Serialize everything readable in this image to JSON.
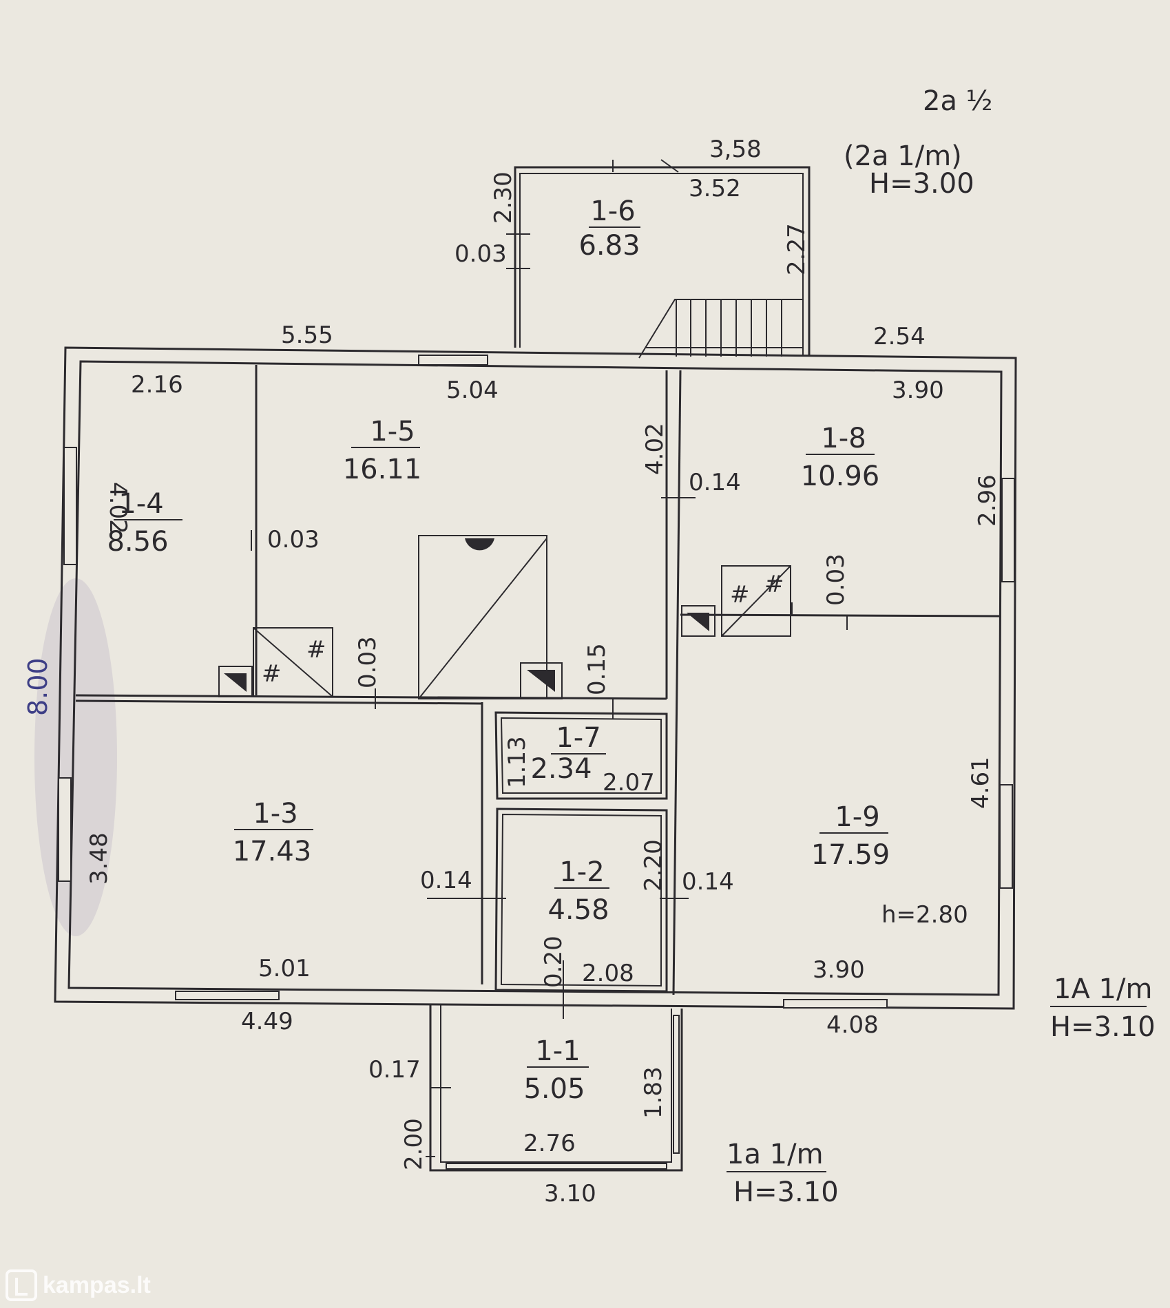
{
  "annotations": {
    "top_code": "2a ½",
    "upper_floor_code": "(2a 1/m)",
    "upper_floor_height": "H=3.00",
    "main_floor_code": "1A 1/m",
    "main_floor_height": "H=3.10",
    "porch_code": "1a 1/m",
    "porch_height": "H=3.10",
    "room_height": "h=2.80",
    "overall_depth": "8.00"
  },
  "rooms": [
    {
      "id": "1-1",
      "area": "5.05"
    },
    {
      "id": "1-2",
      "area": "4.58"
    },
    {
      "id": "1-3",
      "area": "17.43"
    },
    {
      "id": "1-4",
      "area": "8.56"
    },
    {
      "id": "1-5",
      "area": "16.11"
    },
    {
      "id": "1-6",
      "area": "6.83"
    },
    {
      "id": "1-7",
      "area": "2.34"
    },
    {
      "id": "1-8",
      "area": "10.96"
    },
    {
      "id": "1-9",
      "area": "17.59"
    }
  ],
  "dimensions": {
    "d_3_58": "3,58",
    "d_3_52": "3.52",
    "d_2_30": "2.30",
    "d_0_03_a": "0.03",
    "d_2_27": "2.27",
    "d_5_55": "5.55",
    "d_2_54": "2.54",
    "d_2_16": "2.16",
    "d_5_04": "5.04",
    "d_3_90_top": "3.90",
    "d_4_02_left": "4.02",
    "d_4_02_mid": "4.02",
    "d_0_14_a": "0.14",
    "d_2_96": "2.96",
    "d_0_03_b": "0.03",
    "d_0_03_c": "0.03",
    "d_0_03_d": "0.03",
    "d_0_15": "0.15",
    "d_1_13": "1.13",
    "d_2_07": "2.07",
    "d_4_61": "4.61",
    "d_3_48": "3.48",
    "d_0_14_b": "0.14",
    "d_2_20": "2.20",
    "d_0_14_c": "0.14",
    "d_5_01": "5.01",
    "d_0_20": "0.20",
    "d_2_08": "2.08",
    "d_3_90_bot": "3.90",
    "d_4_49": "4.49",
    "d_4_08": "4.08",
    "d_0_17": "0.17",
    "d_1_83": "1.83",
    "d_2_00": "2.00",
    "d_2_76": "2.76",
    "d_3_10": "3.10"
  },
  "watermark": {
    "text": "kampas.lt"
  },
  "colors": {
    "paper": "#ebe8e0",
    "pencil": "#2c2a2e",
    "ink_stamp": "#3d3e86"
  }
}
